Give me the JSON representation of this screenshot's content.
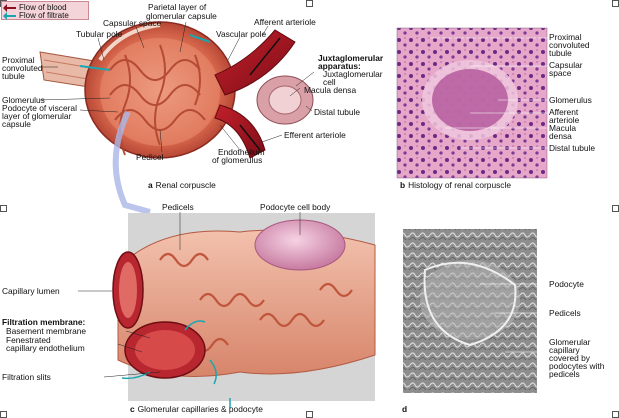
{
  "legend": {
    "blood": {
      "label": "Flow of blood",
      "color": "#8b1020"
    },
    "filtrate": {
      "label": "Flow of filtrate",
      "color": "#1aa6b0"
    }
  },
  "panel_a": {
    "caption_letter": "a",
    "caption": "Renal corpuscle",
    "labels": {
      "parietal": "Parietal layer of",
      "parietal2": "glomerular capsule",
      "capsular_space": "Capsular space",
      "tubular_pole": "Tubular pole",
      "vascular_pole": "Vascular pole",
      "afferent": "Afferent arteriole",
      "proximal": "Proximal",
      "proximal2": "convoluted",
      "proximal3": "tubule",
      "jg_apparatus": "Juxtaglomerular",
      "jg_apparatus2": "apparatus:",
      "jg_cell": "Juxtaglomerular",
      "jg_cell2": "cell",
      "macula": "Macula densa",
      "glomerulus": "Glomerulus",
      "podocyte": "Podocyte of visceral",
      "podocyte2": "layer of glomerular",
      "podocyte3": "capsule",
      "distal": "Distal tubule",
      "efferent": "Efferent arteriole",
      "pedicel": "Pedicel",
      "endothelium": "Endothelium",
      "endothelium2": "of glomerulus"
    }
  },
  "panel_b": {
    "caption_letter": "b",
    "caption": "Histology of renal corpuscle",
    "labels": {
      "proximal": "Proximal",
      "proximal2": "convoluted",
      "proximal3": "tubule",
      "capsular": "Capsular",
      "capsular2": "space",
      "glomerulus": "Glomerulus",
      "afferent": "Afferent",
      "afferent2": "arteriole",
      "macula": "Macula",
      "macula2": "densa",
      "distal": "Distal tubule"
    }
  },
  "panel_c": {
    "caption_letter": "c",
    "caption": "Glomerular capillaries & podocyte",
    "labels": {
      "pedicels": "Pedicels",
      "cell_body": "Podocyte cell body",
      "lumen": "Capillary lumen",
      "filtration": "Filtration membrane:",
      "basement": "Basement membrane",
      "fenestrated": "Fenestrated",
      "fenestrated2": "capillary endothelium",
      "slits": "Filtration slits"
    }
  },
  "panel_d": {
    "caption_letter": "d",
    "labels": {
      "podocyte": "Podocyte",
      "pedicels": "Pedicels",
      "glom_cap": "Glomerular",
      "glom_cap2": "capillary",
      "glom_cap3": "covered by",
      "glom_cap4": "podocytes with",
      "glom_cap5": "pedicels"
    }
  }
}
